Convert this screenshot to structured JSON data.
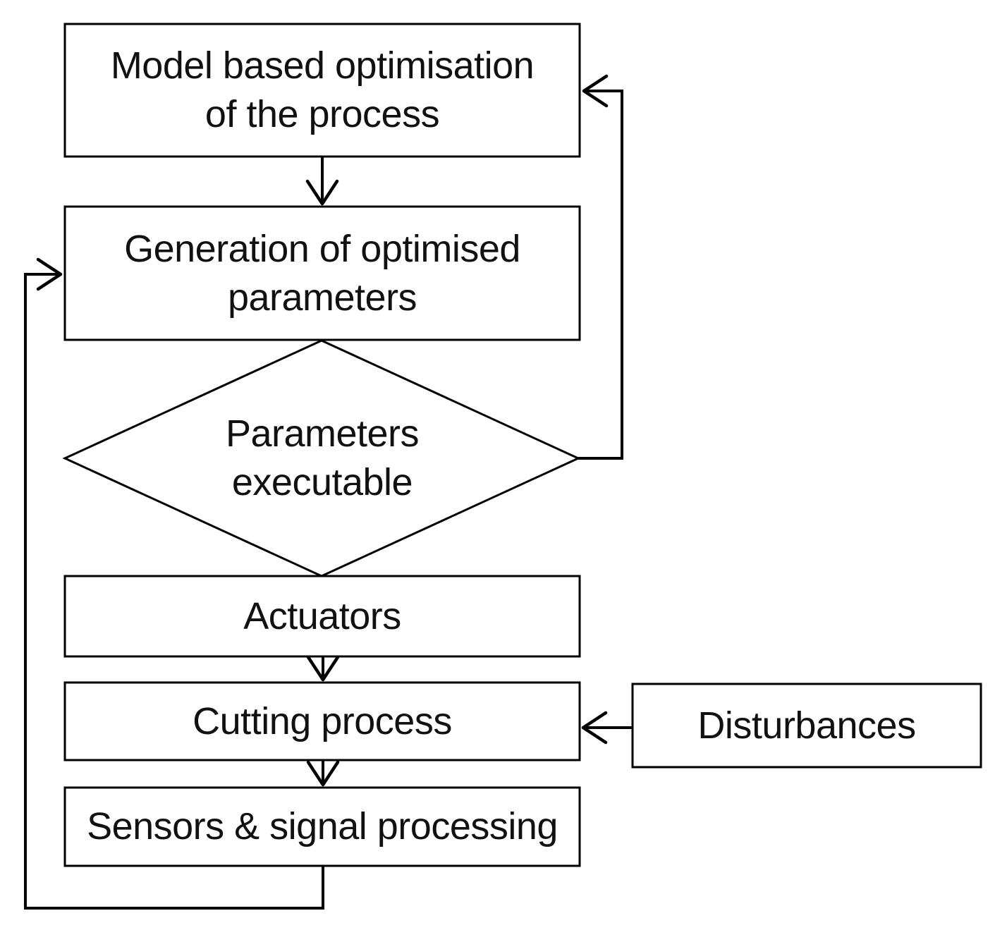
{
  "diagram": {
    "background": "#ffffff",
    "line_color": "#000000",
    "text_color": "#111111",
    "nodes": {
      "model_optimisation": {
        "lines": [
          "Model based optimisation",
          "of the process"
        ]
      },
      "generation_parameters": {
        "lines": [
          "Generation of optimised",
          "parameters"
        ]
      },
      "parameters_executable": {
        "lines": [
          "Parameters",
          "executable"
        ]
      },
      "actuators": {
        "label": "Actuators"
      },
      "cutting_process": {
        "label": "Cutting process"
      },
      "sensors_signal": {
        "label": "Sensors & signal processing"
      },
      "disturbances": {
        "label": "Disturbances"
      }
    }
  }
}
